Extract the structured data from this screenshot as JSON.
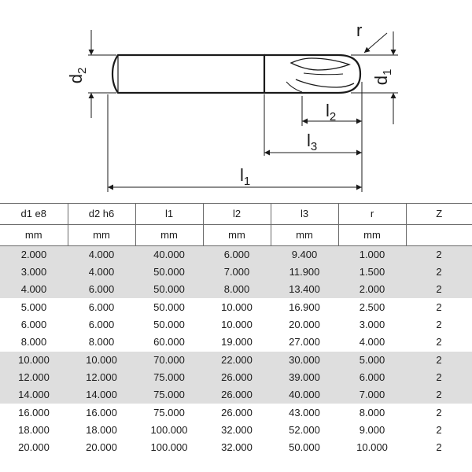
{
  "drawing": {
    "labels": {
      "d2": "d",
      "d2_sub": "2",
      "d1": "d",
      "d1_sub": "1",
      "r": "r",
      "l1": "l",
      "l1_sub": "1",
      "l2": "l",
      "l2_sub": "2",
      "l3": "l",
      "l3_sub": "3"
    }
  },
  "table": {
    "headers": [
      "d1 e8",
      "d2 h6",
      "l1",
      "l2",
      "l3",
      "r",
      "Z"
    ],
    "units": [
      "mm",
      "mm",
      "mm",
      "mm",
      "mm",
      "mm",
      ""
    ],
    "groups": [
      {
        "shade": "gray",
        "rows": [
          [
            "2.000",
            "4.000",
            "40.000",
            "6.000",
            "9.400",
            "1.000",
            "2"
          ],
          [
            "3.000",
            "4.000",
            "50.000",
            "7.000",
            "11.900",
            "1.500",
            "2"
          ],
          [
            "4.000",
            "6.000",
            "50.000",
            "8.000",
            "13.400",
            "2.000",
            "2"
          ]
        ]
      },
      {
        "shade": "white",
        "rows": [
          [
            "5.000",
            "6.000",
            "50.000",
            "10.000",
            "16.900",
            "2.500",
            "2"
          ],
          [
            "6.000",
            "6.000",
            "50.000",
            "10.000",
            "20.000",
            "3.000",
            "2"
          ],
          [
            "8.000",
            "8.000",
            "60.000",
            "19.000",
            "27.000",
            "4.000",
            "2"
          ]
        ]
      },
      {
        "shade": "gray",
        "rows": [
          [
            "10.000",
            "10.000",
            "70.000",
            "22.000",
            "30.000",
            "5.000",
            "2"
          ],
          [
            "12.000",
            "12.000",
            "75.000",
            "26.000",
            "39.000",
            "6.000",
            "2"
          ],
          [
            "14.000",
            "14.000",
            "75.000",
            "26.000",
            "40.000",
            "7.000",
            "2"
          ]
        ]
      },
      {
        "shade": "white",
        "rows": [
          [
            "16.000",
            "16.000",
            "75.000",
            "26.000",
            "43.000",
            "8.000",
            "2"
          ],
          [
            "18.000",
            "18.000",
            "100.000",
            "32.000",
            "52.000",
            "9.000",
            "2"
          ],
          [
            "20.000",
            "20.000",
            "100.000",
            "32.000",
            "50.000",
            "10.000",
            "2"
          ]
        ]
      }
    ]
  }
}
